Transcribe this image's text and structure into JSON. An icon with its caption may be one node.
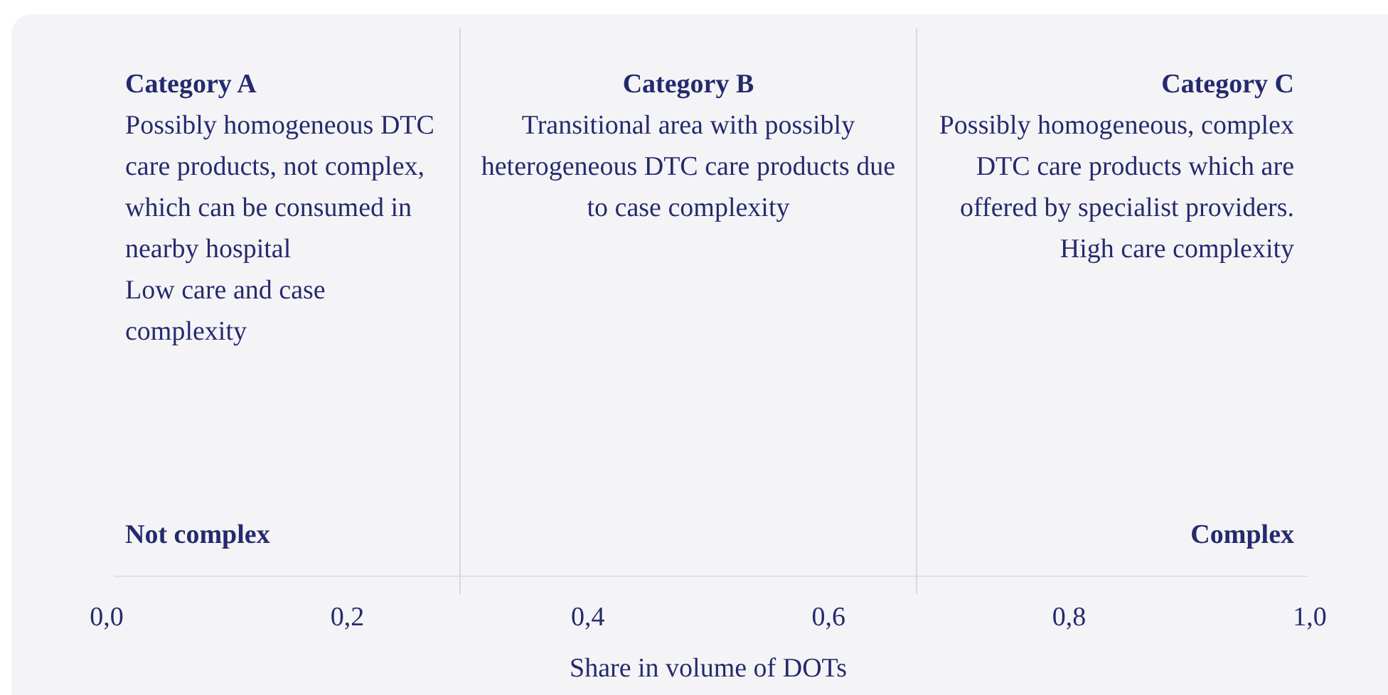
{
  "diagram": {
    "nodes": [
      {
        "text": [
          "Category A",
          "Possibly homogeneous DTC care products, not complex, which can be consumed in nearby hospital",
          "Low care and case complexity",
          "Not complex"
        ]
      },
      {
        "text": [
          "Category B",
          "Transitional area with possibly heterogeneous DTC care products due to case complexity"
        ]
      },
      {
        "text": [
          "Category C",
          "Possibly homogeneous, complex DTC care products which are offered by specialist providers. High care complexity",
          "Complex"
        ]
      }
    ],
    "labels": [
      "0,0",
      "0,2",
      "0,4",
      "0,6",
      "0,8",
      "1,0",
      "Share in volume of DOTs"
    ]
  }
}
